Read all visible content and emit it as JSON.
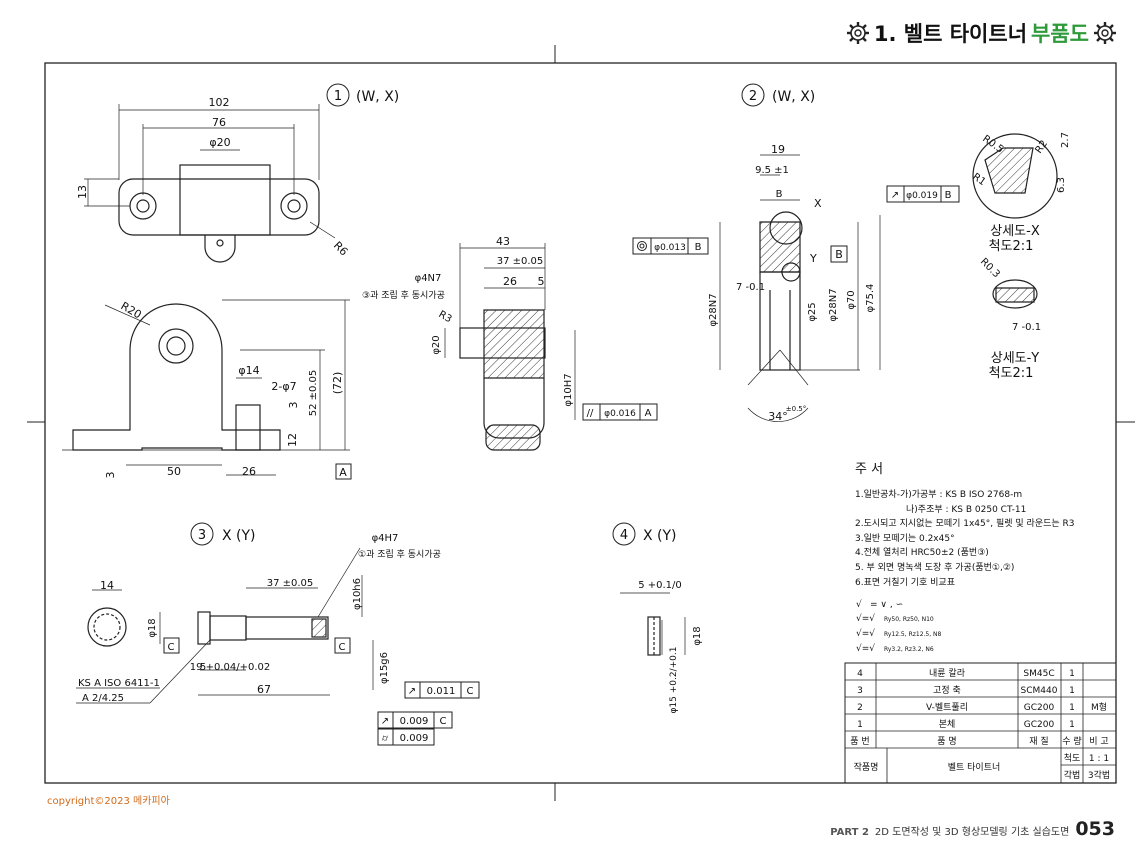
{
  "header": {
    "title_main": "1. 벨트 타이트너",
    "title_accent": "부품도"
  },
  "accent_color": "#2e9a3a",
  "views": {
    "v1": {
      "num": "1",
      "symbol": "(W, X)"
    },
    "v2": {
      "num": "2",
      "symbol": "(W, X)"
    },
    "v3": {
      "num": "3",
      "symbol": "X (Y)"
    },
    "v4": {
      "num": "4",
      "symbol": "X (Y)"
    }
  },
  "dims": {
    "p1": [
      "102",
      "76",
      "φ20",
      "13",
      "R6",
      "R20",
      "φ14",
      "2-φ7",
      "3",
      "52 ±0.05",
      "(72)",
      "12",
      "50",
      "26",
      "3",
      "A"
    ],
    "p2": [
      "19",
      "9.5 ±1",
      "B",
      "X",
      "Y",
      "B",
      "φ0.019",
      "φ0.013",
      "7 -0.1",
      "φ28N7",
      "φ25",
      "φ28N7",
      "φ70",
      "φ75.4",
      "34°",
      "±0.5°"
    ],
    "p2d": [
      "R0.5",
      "R2",
      "2.7",
      "R1",
      "6.3",
      "R0.3",
      "7 -0.1"
    ],
    "p3": [
      "43",
      "37 ±0.05",
      "26",
      "5",
      "φ4N7",
      "R3",
      "φ20",
      "φ10H7",
      "φ0.016",
      "A"
    ],
    "p3b": [
      "14",
      "φ18",
      "C",
      "37 ±0.05",
      "φ4H7",
      "φ10h6",
      "C",
      "5",
      "19 +0.04/+0.02",
      "φ15g6",
      "67",
      "0.011",
      "C",
      "0.009",
      "C",
      "0.009"
    ],
    "p4": [
      "5 +0.1/0",
      "φ18",
      "φ15 +0.2/+0.1"
    ]
  },
  "callouts": {
    "c1": "③과 조립 후 동시가공",
    "c2": "①과 조립 후 동시가공",
    "ks1": "KS A ISO 6411-1",
    "ks2": "A 2/4.25"
  },
  "details": {
    "x_title": "상세도-X",
    "x_scale": "척도2:1",
    "y_title": "상세도-Y",
    "y_scale": "척도2:1"
  },
  "notes": {
    "title": "주 서",
    "lines": [
      "1.일반공차-가)가공부 : KS B ISO 2768-m",
      "나)주조부 : KS B 0250 CT-11",
      "2.도시되고 지시없는 모떼기 1x45°, 필렛 및 라운드는 R3",
      "3.일반 모떼기는 0.2x45°",
      "4.전체 열처리 HRC50±2 (품번③)",
      "5. 부 외면 명녹색 도장 후 가공(품번①,②)",
      "6.표면 거칠기 기호 비교표"
    ],
    "rough": [
      "= ∨ , ∽",
      "Ry50, Rz50, N10",
      "Ry12.5, Rz12.5, N8",
      "Ry3.2, Rz3.2, N6"
    ]
  },
  "table": {
    "rows": [
      {
        "no": "4",
        "name": "내륜 칼라",
        "mat": "SM45C",
        "qty": "1",
        "note": ""
      },
      {
        "no": "3",
        "name": "고정 축",
        "mat": "SCM440",
        "qty": "1",
        "note": ""
      },
      {
        "no": "2",
        "name": "V-벨트풀리",
        "mat": "GC200",
        "qty": "1",
        "note": "M형"
      },
      {
        "no": "1",
        "name": "본체",
        "mat": "GC200",
        "qty": "1",
        "note": ""
      }
    ],
    "head": {
      "no": "품 번",
      "name": "품 명",
      "mat": "재 질",
      "qty": "수 량",
      "note": "비 고"
    },
    "work_label": "작품명",
    "work_name": "벨트 타이트너",
    "scale_label": "척도",
    "scale": "1 : 1",
    "proj_label": "각법",
    "proj": "3각법"
  },
  "copyright": "copyright©2023 메카피아",
  "footer": {
    "part": "PART 2",
    "desc": "2D 도면작성 및 3D 형상모델링 기초 실습도면",
    "page": "053"
  }
}
